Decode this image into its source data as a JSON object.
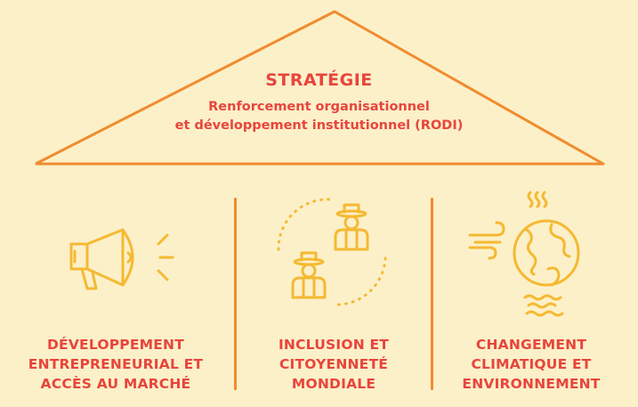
{
  "roof": {
    "title": "STRATÉGIE",
    "subtitle_line1": "Renforcement organisationnel",
    "subtitle_line2": "et développement institutionnel (RODI)"
  },
  "pillars": [
    {
      "icon": "megaphone-icon",
      "label_lines": [
        "DÉVELOPPEMENT",
        "ENTREPRENEURIAL ET",
        "ACCÈS AU MARCHÉ"
      ]
    },
    {
      "icon": "farmers-icon",
      "label_lines": [
        "INCLUSION ET",
        "CITOYENNETÉ",
        "MONDIALE"
      ]
    },
    {
      "icon": "globe-climate-icon",
      "label_lines": [
        "CHANGEMENT",
        "CLIMATIQUE ET",
        "ENVIRONNEMENT"
      ]
    }
  ],
  "colors": {
    "background": "#FCF0C9",
    "line": "#F08C2E",
    "icon": "#F5B932",
    "text": "#E8453C"
  }
}
